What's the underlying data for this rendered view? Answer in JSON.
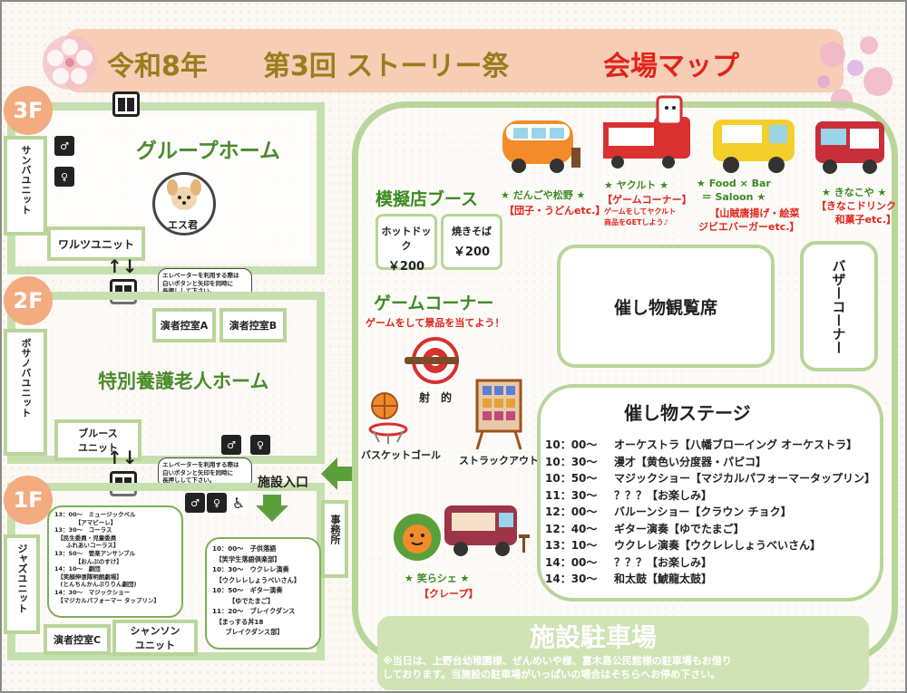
{
  "title": {
    "year": "令和8年",
    "event": "第3回 ストーリー祭",
    "map": "会場マップ"
  },
  "floors": {
    "f3": {
      "badge": "3F",
      "main_room": "グループホーム",
      "unit_left": "サンバユニット",
      "unit_bottom": "ワルツユニット",
      "mascot": "エス君",
      "elevator_note": "エレベーターを利用する際は\n白いボタンと矢印を同時に\n長押しして下さい。"
    },
    "f2": {
      "badge": "2F",
      "main_room": "特別養護老人ホーム",
      "unit_left": "ボサノバユニット",
      "unit_bottom": "ブルース\nユニット",
      "green_room_a": "演者控室A",
      "green_room_b": "演者控室B",
      "elevator_note": "エレベーターを利用する際は\n白いボタンと矢印を同時に\n長押しして下さい。"
    },
    "f1": {
      "badge": "1F",
      "unit_left": "ジャズユニット",
      "green_room_c": "演者控室C",
      "unit_bottom": "シャンソン\nユニット",
      "office": "事務所",
      "entrance": "施設入口",
      "schedule_left": "13：00～　ミュージックベル\n　　　　【アマビーレ】\n13：30～　コーラス\n　【民生委員・児童委員\n　　ふれあいコーラス】\n13：50～　管楽アンサンブル\n　　　　【おんぷのすけ】\n14：10～　劇団\n　【笑顔伸張隊明朗劇場】\n　(とんちんかんぷりりん劇団)\n14：30～　マジックショー\n　【マジカルパフォーマー タップリン】",
      "schedule_right": "10：00～　子供落語\n　【笑学生落語倶楽部】\n10：30～　ウクレレ演奏\n　【ウクレレしょうべいさん】\n10：50～　ギター演奏\n　　　【ゆでたまご】\n11：20～　ブレイクダンス\n　【まっする丼18\n　　ブレイクダンス部】"
    }
  },
  "outdoor": {
    "booths_title": "模擬店ブース",
    "hotdog": {
      "name": "ホットドック",
      "price": "￥200"
    },
    "yakisoba": {
      "name": "焼きそば",
      "price": "￥200"
    },
    "dango": {
      "name": "★ だんごや松野 ★",
      "sub": "【団子・うどんetc.】"
    },
    "yakult": {
      "name": "★ ヤクルト ★",
      "sub": "【ゲームコーナー】",
      "note": "ゲームをしてヤクルト\n商品をGETしよう♪"
    },
    "foodbar": {
      "name": "★ Food × Bar\n＝ Saloon ★",
      "sub": "【山賊唐揚げ・絵菜\nジビエバーガーetc.】"
    },
    "kinakoya": {
      "name": "★ きなこや ★",
      "sub": "【きなこドリンク\n和菓子etc.】"
    },
    "game_title": "ゲームコーナー",
    "game_sub": "ゲームをして景品を当てよう！",
    "game_shooting": "射　的",
    "game_basketball": "バスケットゴール",
    "game_strike": "ストラックアウト",
    "waraushe": {
      "name": "★ 笑らシェ ★",
      "sub": "【クレープ】"
    },
    "viewing_seats": "催し物観覧席",
    "bazaar": "バザーコーナー",
    "stage_title": "催し物ステージ",
    "stage_schedule": [
      {
        "time": "10：00～",
        "act": "オーケストラ【八幡ブローイング オーケストラ】"
      },
      {
        "time": "10：30～",
        "act": "漫才【黄色い分度器・パピコ】"
      },
      {
        "time": "10：50～",
        "act": "マジックショー【マジカルパフォーマータップリン】"
      },
      {
        "time": "11：30～",
        "act": "？？？【お楽しみ】"
      },
      {
        "time": "12：00～",
        "act": "バルーンショー【クラウン チョク】"
      },
      {
        "time": "12：40～",
        "act": "ギター演奏【ゆでたまご】"
      },
      {
        "time": "13：10～",
        "act": "ウクレレ演奏【ウクレレしょうべいさん】"
      },
      {
        "time": "14：00～",
        "act": "？？？【お楽しみ】"
      },
      {
        "time": "14：30～",
        "act": "和太鼓【鯱龍太鼓】"
      }
    ],
    "parking_title": "施設駐車場",
    "parking_note": "※当日は、上野台幼稚園様、ぜんめいや様、富木島公民館様の駐車場もお借り\nしております。当施設の駐車場がいっぱいの場合はそちらへお停め下さい。"
  },
  "colors": {
    "floor_border": "#c6dfae",
    "badge": "#f3ab80",
    "title_gold": "#9a7d1c",
    "accent_red": "#e0241b",
    "green_text": "#3d8a22"
  }
}
